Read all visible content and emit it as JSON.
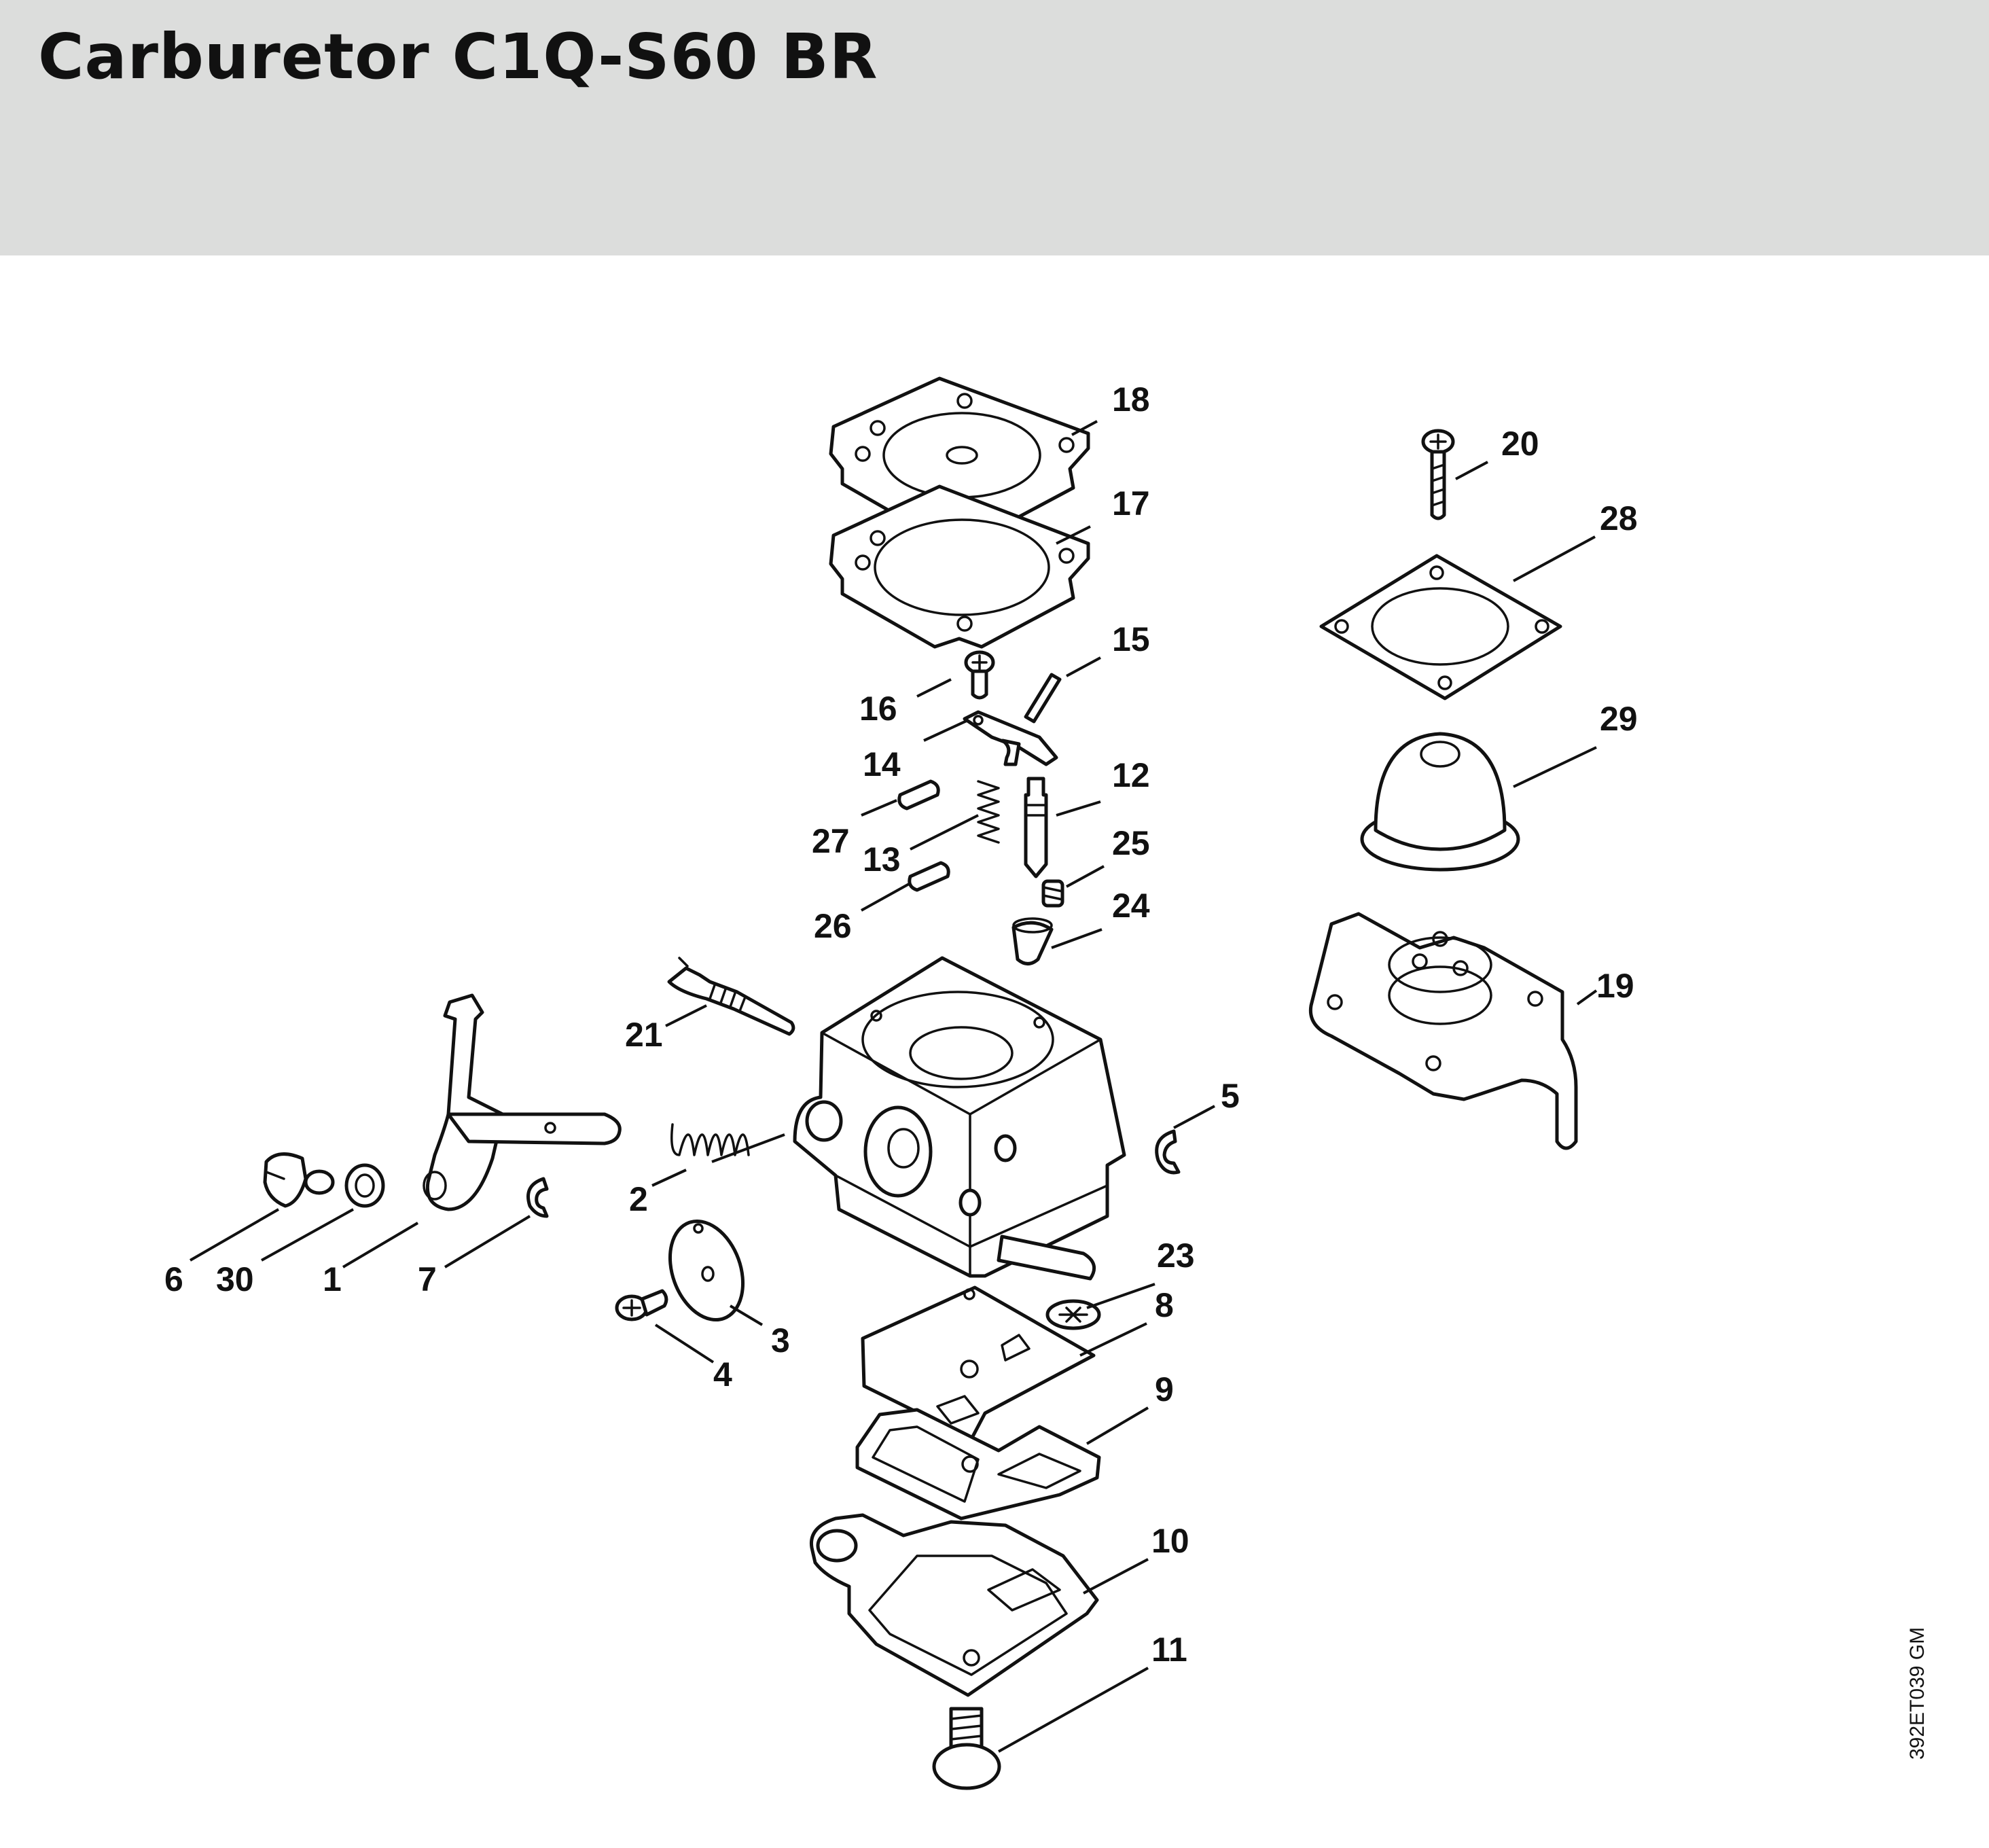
{
  "header": {
    "title": "Carburetor C1Q-S60 BR"
  },
  "diagram": {
    "callouts": [
      "18",
      "17",
      "20",
      "28",
      "15",
      "16",
      "14",
      "29",
      "12",
      "27",
      "13",
      "25",
      "26",
      "24",
      "21",
      "19",
      "5",
      "2",
      "6",
      "30",
      "1",
      "7",
      "23",
      "3",
      "8",
      "4",
      "9",
      "10",
      "11"
    ]
  },
  "footer": {
    "drawing_code": "392ET039 GM"
  }
}
